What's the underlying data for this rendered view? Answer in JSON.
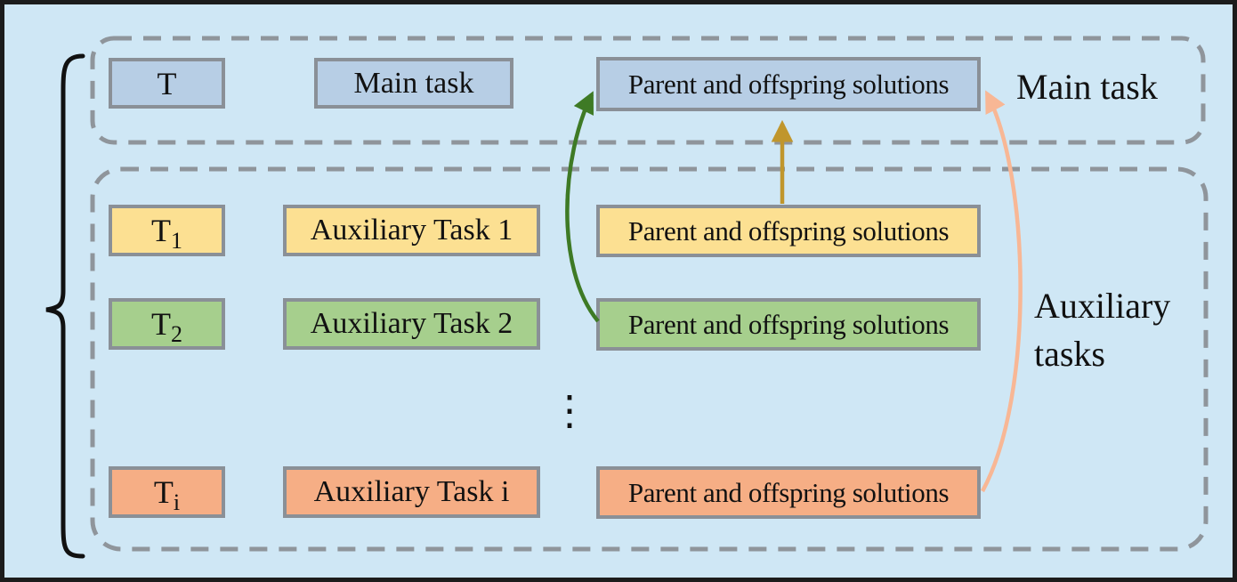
{
  "colors": {
    "background": "#cfe7f5",
    "frame": "#1c1c1c",
    "box_border": "#8a9097",
    "dashed_outline": "#8f959b",
    "brace": "#111111",
    "main_blue": "#b7cee5",
    "aux_yellow": "#fce092",
    "aux_green": "#a6cf8d",
    "aux_orange": "#f6ae85",
    "arrow_green": "#3e7a25",
    "arrow_olive": "#c0962c",
    "arrow_pink": "#f8b795",
    "text": "#111111"
  },
  "main_group": {
    "label": "Main task",
    "task_symbol": "T",
    "task_name": "Main task",
    "solutions": "Parent and offspring solutions"
  },
  "aux_group": {
    "label_lines": [
      "Auxiliary",
      "tasks"
    ],
    "ellipsis": "⋮",
    "rows": [
      {
        "symbol": "T",
        "subscript": "1",
        "name": "Auxiliary Task 1",
        "solutions": "Parent and offspring solutions"
      },
      {
        "symbol": "T",
        "subscript": "2",
        "name": "Auxiliary Task 2",
        "solutions": "Parent and offspring solutions"
      },
      {
        "symbol": "T",
        "subscript": "i",
        "name": "Auxiliary Task i",
        "solutions": "Parent and offspring solutions"
      }
    ]
  }
}
